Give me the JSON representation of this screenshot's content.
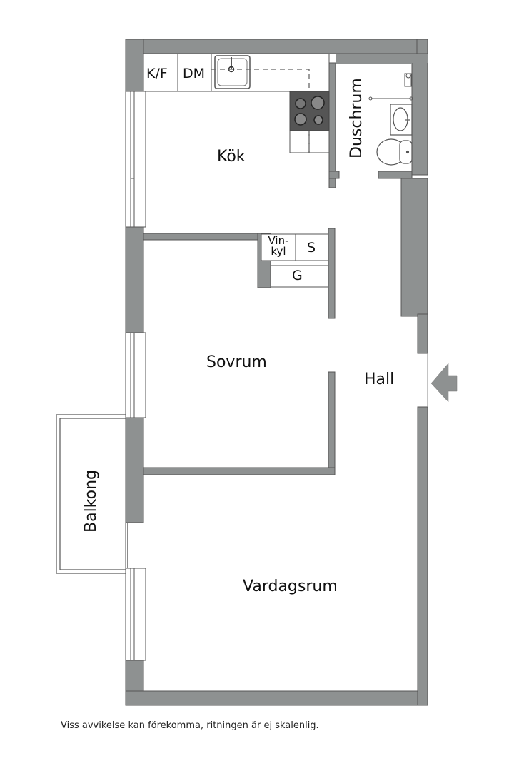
{
  "floor_plan": {
    "rooms": [
      {
        "id": "kok",
        "label": "Kök"
      },
      {
        "id": "duschrum",
        "label": "Duschrum"
      },
      {
        "id": "sovrum",
        "label": "Sovrum"
      },
      {
        "id": "hall",
        "label": "Hall"
      },
      {
        "id": "vardagsrum",
        "label": "Vardagsrum"
      },
      {
        "id": "balkong",
        "label": "Balkong"
      }
    ],
    "fixtures": {
      "kf": "K/F",
      "dm": "DM",
      "vinkyl_line1": "Vin-",
      "vinkyl_line2": "kyl",
      "s": "S",
      "g": "G"
    },
    "icons": {
      "entrance": "entrance-arrow-icon",
      "sink": "kitchen-sink-icon",
      "stove": "stove-icon",
      "washbasin": "washbasin-icon",
      "toilet": "toilet-icon",
      "shower": "shower-icon"
    },
    "colors": {
      "wall": "#8e9191",
      "wall_stroke": "#555555",
      "stove": "#555555",
      "background": "#ffffff"
    }
  },
  "footnote": "Viss avvikelse kan förekomma, ritningen är ej skalenlig."
}
